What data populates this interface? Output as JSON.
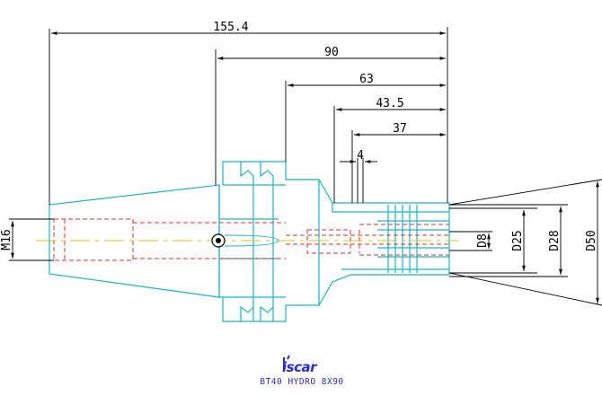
{
  "colors": {
    "outline": "#18b8c8",
    "dimension": "#000000",
    "hidden": "#e03030",
    "centerline": "#d8c800",
    "caption": "#2a2ad0"
  },
  "dimensions": {
    "overall_length": "155.4",
    "length_90": "90",
    "length_63": "63",
    "length_43_5": "43.5",
    "length_37": "37",
    "width_4": "4",
    "thread": "M16",
    "d8": "D8",
    "d25": "D25",
    "d28": "D28",
    "d50": "D50"
  },
  "logo": {
    "text": "iscar"
  },
  "caption": {
    "text": "BT40 HYDRO 8X90"
  }
}
